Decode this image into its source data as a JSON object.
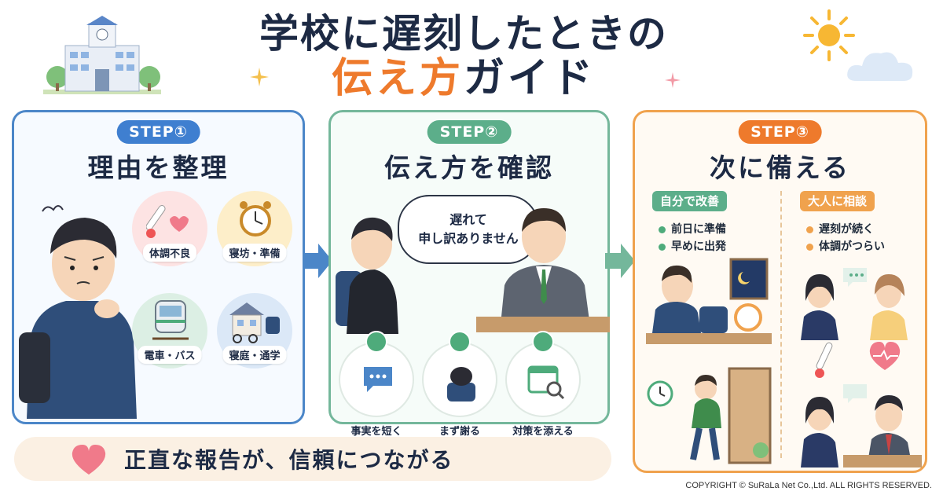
{
  "title": {
    "line1": "学校に遅刻したときの",
    "line2_highlight": "伝え方",
    "line2_rest": "ガイド"
  },
  "steps": [
    {
      "badge": "STEP①",
      "title": "理由を整理",
      "reasons": [
        "体調不良",
        "寝坊・準備",
        "電車・バス",
        "寝庭・通学"
      ]
    },
    {
      "badge": "STEP②",
      "title": "伝え方を確認",
      "speech_line1": "遅れて",
      "speech_line2": "申し訳ありません",
      "tips": [
        "事実を短く",
        "まず謝る",
        "対策を添える"
      ]
    },
    {
      "badge": "STEP③",
      "title": "次に備える",
      "self": {
        "heading": "自分で改善",
        "items": [
          "前日に準備",
          "早めに出発"
        ]
      },
      "adult": {
        "heading": "大人に相談",
        "items": [
          "遅刻が続く",
          "体調がつらい"
        ]
      }
    }
  ],
  "footer": {
    "message": "正直な報告が、信頼につながる"
  },
  "copyright": "COPYRIGHT © SuRaLa Net Co.,Ltd. ALL RIGHTS RESERVED.",
  "colors": {
    "step1": "#3f7fd0",
    "step2": "#5cae8a",
    "step3": "#ee7a2c",
    "title_highlight": "#ee7a2c",
    "navy": "#1d2a44"
  },
  "icons": [
    "school-building-icon",
    "sun-icon",
    "cloud-icon",
    "thermometer-icon",
    "alarm-clock-icon",
    "train-icon",
    "house-icon",
    "arrow-right-icon",
    "check-icon",
    "chat-icon",
    "heart-icon",
    "moon-icon",
    "clock-icon"
  ]
}
